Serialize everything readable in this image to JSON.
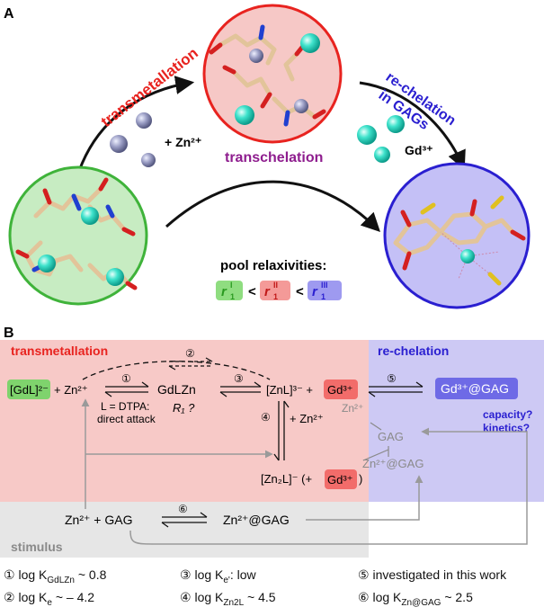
{
  "panel_a": {
    "label": "A",
    "transmetallation": "transmetallation",
    "rechelation_line1": "re-chelation",
    "rechelation_line2": "in GAGs",
    "transchelation": "transchelation",
    "zn_label": "+ Zn²⁺",
    "gd_label": "Gd³⁺",
    "pool_relaxivities": "pool relaxivities:",
    "relaxivity_sep": "<",
    "r1": {
      "base": "r",
      "sub": "1",
      "sup_i": "I",
      "sup_ii": "II",
      "sup_iii": "III"
    }
  },
  "panel_b": {
    "label": "B",
    "region_transmetallation": "transmetallation",
    "region_rechelation": "re-chelation",
    "region_stimulus": "stimulus",
    "gdl": "[GdL]²⁻",
    "plus_zn": "+ Zn²⁺",
    "gdlzn": "GdLZn",
    "znl": "[ZnL]³⁻ +",
    "gd3": "Gd³⁺",
    "gd_gag": "Gd³⁺@GAG",
    "ldtpa": "L = DTPA:",
    "direct_attack": "direct attack",
    "r1q": "R₁ ?",
    "plus_zn2": "+ Zn²⁺",
    "zn2l": "[Zn₂L]⁻ (+",
    "zn2l_close": ")",
    "zn_gray": "Zn²⁺",
    "gag": "GAG",
    "zn_gag_gray": "Zn²⁺@GAG",
    "zn_plus_gag": "Zn²⁺ + GAG",
    "zn_gag": "Zn²⁺@GAG",
    "capacity": "capacity?",
    "kinetics": "kinetics?",
    "step_nums": [
      "①",
      "②",
      "③",
      "④",
      "⑤",
      "⑥"
    ]
  },
  "footnotes": {
    "f1_num": "①",
    "f1_text": "log K",
    "f1_sub": "GdLZn",
    "f1_val": " ~ 0.8",
    "f2_num": "②",
    "f2_text": "log K",
    "f2_sub": "e",
    "f2_val": " ~ – 4.2",
    "f3_num": "③",
    "f3_text": "log K",
    "f3_sub": "e'",
    "f3_val": ": low",
    "f4_num": "④",
    "f4_text": "log K",
    "f4_sub": "Zn2L",
    "f4_val": " ~ 4.5",
    "f5_num": "⑤",
    "f5_text": "investigated in this work",
    "f6_num": "⑥",
    "f6_text": "log K",
    "f6_sub": "Zn@GAG",
    "f6_val": " ~ 2.5"
  },
  "colors": {
    "red_region": "#f7c9c7",
    "blue_region": "#cdc9f4",
    "gray_region": "#e6e6e6",
    "red_text": "#e8231f",
    "blue_text": "#2a1fd0",
    "purple_text": "#8e1d8e",
    "green_circle": "#c7ecc2",
    "red_circle": "#f6c8c6",
    "blue_circle": "#c4c0f6",
    "gd_box_green": "#7fd36d",
    "gd_box_red": "#f26c6a",
    "gd_box_blue": "#6e6ae6"
  }
}
